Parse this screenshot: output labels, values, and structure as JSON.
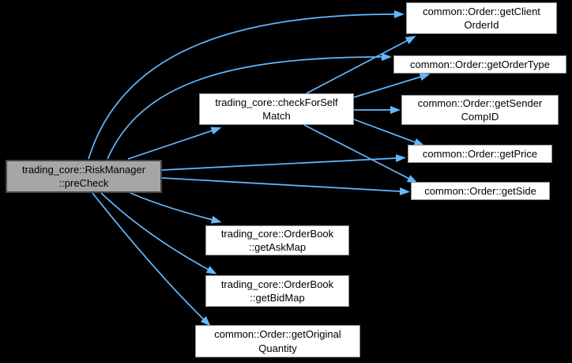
{
  "diagram": {
    "type": "call-graph",
    "background_color": "#000000",
    "edge_color": "#63b8ff",
    "node_fill": "#ffffff",
    "node_border": "#8f8f8f",
    "highlight_fill": "#a6a6a6",
    "highlight_border": "#474747",
    "nodes": [
      {
        "id": "precheck",
        "label": "trading_core::RiskManager\n::preCheck",
        "highlighted": true
      },
      {
        "id": "check-for-self-match",
        "label": "trading_core::checkForSelf\nMatch",
        "highlighted": false
      },
      {
        "id": "get-client-order-id",
        "label": "common::Order::getClient\nOrderId",
        "highlighted": false
      },
      {
        "id": "get-order-type",
        "label": "common::Order::getOrderType",
        "highlighted": false
      },
      {
        "id": "get-sender-comp-id",
        "label": "common::Order::getSender\nCompID",
        "highlighted": false
      },
      {
        "id": "get-price",
        "label": "common::Order::getPrice",
        "highlighted": false
      },
      {
        "id": "get-side",
        "label": "common::Order::getSide",
        "highlighted": false
      },
      {
        "id": "get-ask-map",
        "label": "trading_core::OrderBook\n::getAskMap",
        "highlighted": false
      },
      {
        "id": "get-bid-map",
        "label": "trading_core::OrderBook\n::getBidMap",
        "highlighted": false
      },
      {
        "id": "get-original-quantity",
        "label": "common::Order::getOriginal\nQuantity",
        "highlighted": false
      }
    ],
    "edges": [
      {
        "from": "trading_core::RiskManager::preCheck",
        "to": "trading_core::checkForSelfMatch"
      },
      {
        "from": "trading_core::RiskManager::preCheck",
        "to": "common::Order::getClientOrderId"
      },
      {
        "from": "trading_core::RiskManager::preCheck",
        "to": "common::Order::getOrderType"
      },
      {
        "from": "trading_core::RiskManager::preCheck",
        "to": "common::Order::getPrice"
      },
      {
        "from": "trading_core::RiskManager::preCheck",
        "to": "common::Order::getSide"
      },
      {
        "from": "trading_core::RiskManager::preCheck",
        "to": "trading_core::OrderBook::getAskMap"
      },
      {
        "from": "trading_core::RiskManager::preCheck",
        "to": "trading_core::OrderBook::getBidMap"
      },
      {
        "from": "trading_core::RiskManager::preCheck",
        "to": "common::Order::getOriginalQuantity"
      },
      {
        "from": "trading_core::checkForSelfMatch",
        "to": "common::Order::getClientOrderId"
      },
      {
        "from": "trading_core::checkForSelfMatch",
        "to": "common::Order::getOrderType"
      },
      {
        "from": "trading_core::checkForSelfMatch",
        "to": "common::Order::getSenderCompID"
      },
      {
        "from": "trading_core::checkForSelfMatch",
        "to": "common::Order::getPrice"
      },
      {
        "from": "trading_core::checkForSelfMatch",
        "to": "common::Order::getSide"
      }
    ]
  }
}
